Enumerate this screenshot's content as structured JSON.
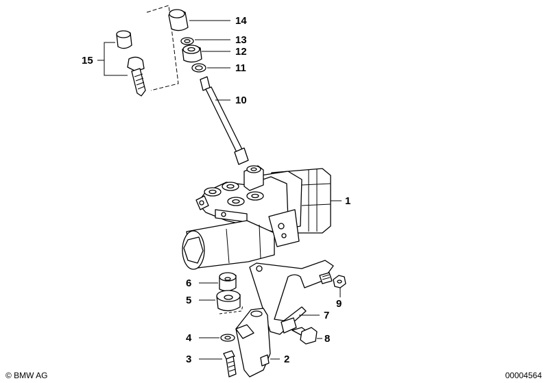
{
  "diagram": {
    "callouts": [
      {
        "id": "1",
        "label": "1"
      },
      {
        "id": "2",
        "label": "2"
      },
      {
        "id": "3",
        "label": "3"
      },
      {
        "id": "4",
        "label": "4"
      },
      {
        "id": "5",
        "label": "5"
      },
      {
        "id": "6",
        "label": "6"
      },
      {
        "id": "7",
        "label": "7"
      },
      {
        "id": "8",
        "label": "8"
      },
      {
        "id": "9",
        "label": "9"
      },
      {
        "id": "10",
        "label": "10"
      },
      {
        "id": "11",
        "label": "11"
      },
      {
        "id": "12",
        "label": "12"
      },
      {
        "id": "13",
        "label": "13"
      },
      {
        "id": "14",
        "label": "14"
      },
      {
        "id": "15",
        "label": "15"
      }
    ]
  },
  "footer": {
    "copyright": "© BMW AG",
    "document_number": "00004564"
  }
}
